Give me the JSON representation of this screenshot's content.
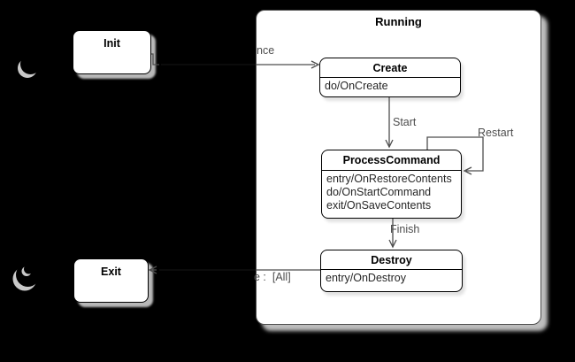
{
  "canvas": {
    "background": "#000000"
  },
  "diagram": {
    "composite": {
      "title": "Running"
    },
    "states": {
      "init": {
        "title": "Init"
      },
      "exit": {
        "title": "Exit"
      },
      "create": {
        "title": "Create",
        "activities": [
          "do/OnCreate"
        ]
      },
      "process_command": {
        "title": "ProcessCommand",
        "activities": [
          "entry/OnRestoreContents",
          "do/OnStartCommand",
          "exit/OnSaveContents"
        ]
      },
      "destroy": {
        "title": "Destroy",
        "activities": [
          "entry/OnDestroy"
        ]
      }
    },
    "transitions": {
      "create_instance": {
        "visible_label": "nce"
      },
      "start": {
        "label": "Start"
      },
      "restart": {
        "label": "Restart"
      },
      "finish": {
        "label": "Finish"
      },
      "terminate": {
        "visible_label": "e :  [All]"
      }
    },
    "icons": {
      "initial_state": "initial-state-shadow-crescent",
      "final_state": "final-state-shadow-crescent"
    },
    "colors": {
      "state_fill": "#ffffff",
      "state_border": "#000000",
      "composite_border": "#4d4d4d",
      "shadow": "#bdbdbd",
      "edge": "#4d4d4d",
      "label_text": "#4d4d4d"
    }
  }
}
